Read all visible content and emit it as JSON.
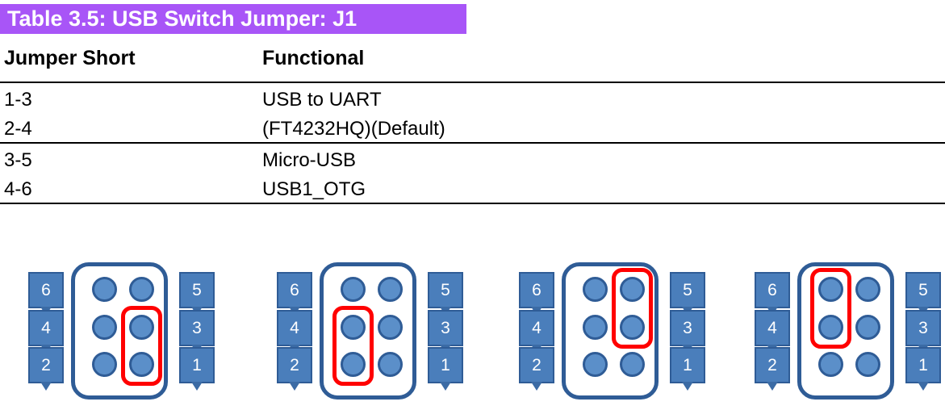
{
  "header": {
    "title": "Table 3.5: USB Switch Jumper: J1",
    "bg_color": "#A855F7",
    "text_color": "#FFFFFF"
  },
  "table": {
    "columns": [
      "Jumper Short",
      "Functional"
    ],
    "rows": [
      {
        "jumper_short": "1-3\n2-4",
        "jumper_short_line1": "1-3",
        "jumper_short_line2": "2-4",
        "functional_line1": "USB to UART",
        "functional_line2": "(FT4232HQ)(Default)"
      },
      {
        "jumper_short_line1": "3-5",
        "jumper_short_line2": "4-6",
        "functional_line1": "Micro-USB",
        "functional_line2": "USB1_OTG"
      }
    ]
  },
  "diagrams": {
    "pin_fill_color": "#5B8FC9",
    "pin_border_color": "#2F5C96",
    "callout_fill_color": "#4A7EBB",
    "highlight_color": "#FF0000",
    "items": [
      {
        "name": "jumper-diagram-1-3",
        "left_labels": [
          "6",
          "4",
          "2"
        ],
        "right_labels": [
          "5",
          "3",
          "1"
        ],
        "highlight_column": "right",
        "highlight_rows": [
          2,
          3
        ],
        "highlighted_pins": [
          "3",
          "1"
        ]
      },
      {
        "name": "jumper-diagram-2-4",
        "left_labels": [
          "6",
          "4",
          "2"
        ],
        "right_labels": [
          "5",
          "3",
          "1"
        ],
        "highlight_column": "left",
        "highlight_rows": [
          2,
          3
        ],
        "highlighted_pins": [
          "4",
          "2"
        ]
      },
      {
        "name": "jumper-diagram-3-5",
        "left_labels": [
          "6",
          "4",
          "2"
        ],
        "right_labels": [
          "5",
          "3",
          "1"
        ],
        "highlight_column": "right",
        "highlight_rows": [
          1,
          2
        ],
        "highlighted_pins": [
          "5",
          "3"
        ]
      },
      {
        "name": "jumper-diagram-4-6",
        "left_labels": [
          "6",
          "4",
          "2"
        ],
        "right_labels": [
          "5",
          "3",
          "1"
        ],
        "highlight_column": "left",
        "highlight_rows": [
          1,
          2
        ],
        "highlighted_pins": [
          "6",
          "4"
        ]
      }
    ]
  }
}
